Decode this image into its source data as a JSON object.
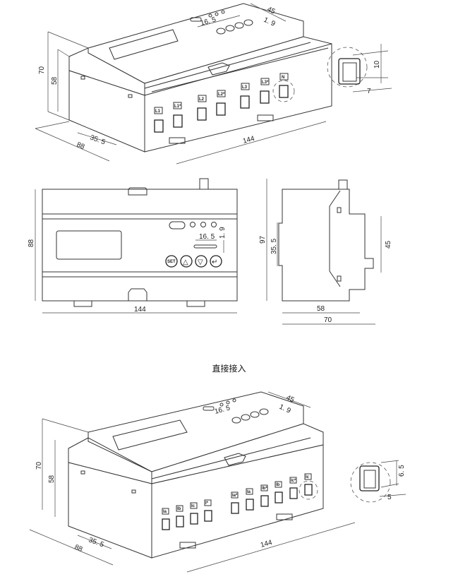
{
  "caption": "直接接入",
  "top_view": {
    "dims": {
      "height_total": "70",
      "height_body": "58",
      "depth": "88",
      "rail": "35. 5",
      "width": "144",
      "top_depth": "45",
      "key_width": "16. 5",
      "key_gap": "1. 9"
    },
    "terminals": [
      "L1",
      "L1*",
      "L2",
      "L2*",
      "L3",
      "L3*",
      "N"
    ]
  },
  "terminal_detail_top": {
    "dims": {
      "height": "10",
      "width": "7"
    }
  },
  "front_view": {
    "dims": {
      "height": "88",
      "width": "144",
      "key_width": "16. 5",
      "key_gap": "1. 9"
    },
    "buttons": [
      "SET",
      "△",
      "▽",
      "↵"
    ]
  },
  "side_view": {
    "dims": {
      "total_height": "97",
      "rail": "35. 5",
      "front_height": "45",
      "body_depth": "58",
      "total_depth": "70"
    }
  },
  "bottom_view": {
    "dims": {
      "height_total": "70",
      "height_body": "58",
      "depth": "88",
      "rail": "35. 5",
      "width": "144",
      "top_depth": "45",
      "key_width": "16. 5",
      "key_gap": "1. 9"
    },
    "terminals": [
      "Ia",
      "Ib",
      "Ic",
      "I*",
      "Ia*",
      "Ia",
      "Ib*",
      "Ib",
      "Ic*",
      "Ic"
    ]
  },
  "terminal_detail_bottom": {
    "dims": {
      "height": "6. 5",
      "width": "5"
    }
  }
}
